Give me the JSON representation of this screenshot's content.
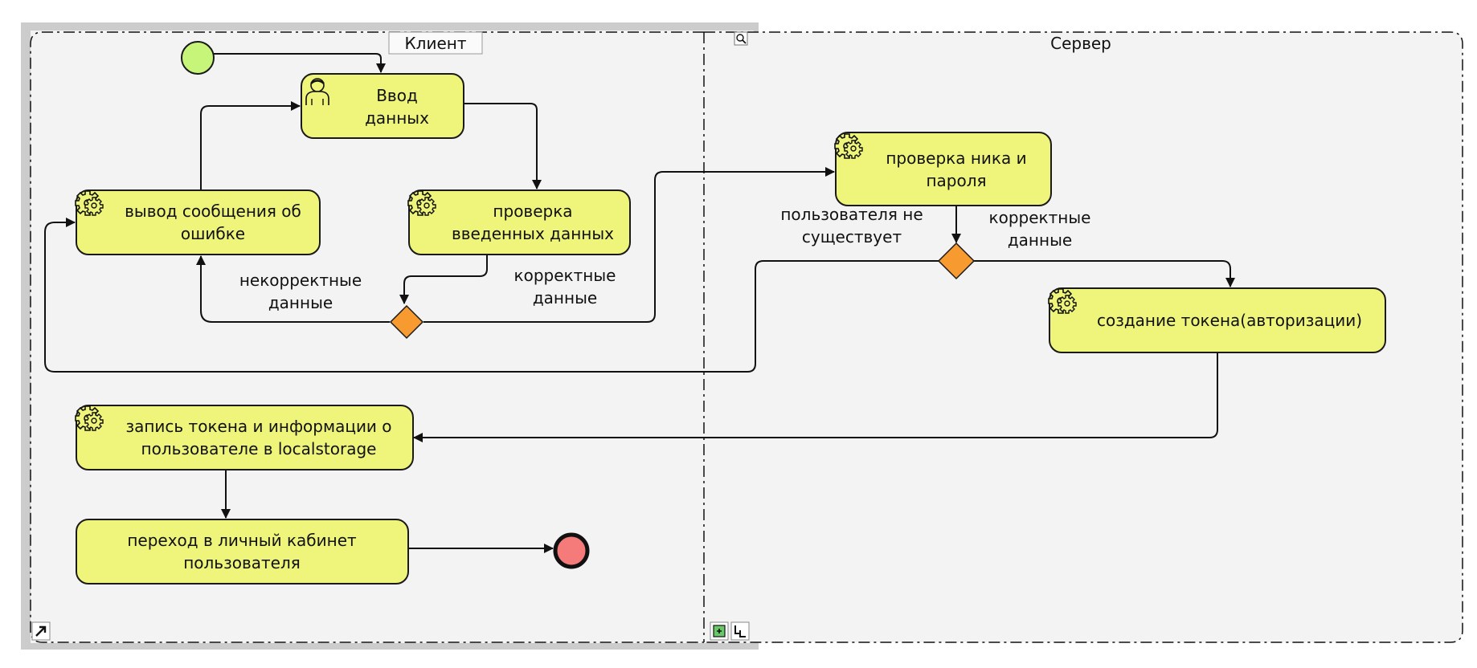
{
  "lanes": {
    "client": "Клиент",
    "server": "Сервер"
  },
  "tasks": {
    "input_data": [
      "Ввод",
      "данных"
    ],
    "error_output": [
      "вывод сообщения об",
      "ошибке"
    ],
    "check_input": [
      "проверка",
      "введенных данных"
    ],
    "check_credentials": [
      "проверка ника и",
      "пароля"
    ],
    "create_token": [
      "создание токена(авторизации)"
    ],
    "save_token": [
      "запись токена и информации о",
      "пользователе в localstorage"
    ],
    "go_cabinet": [
      "переход в личный кабинет",
      "пользователя"
    ]
  },
  "labels": {
    "client_incorrect": [
      "некорректные",
      "данные"
    ],
    "client_correct": [
      "корректные",
      "данные"
    ],
    "server_not_exists": [
      "пользователя не",
      "существует"
    ],
    "server_correct": [
      "корректные",
      "данные"
    ]
  },
  "icons": {
    "user_task": "user-icon",
    "service_task": "gear-icon",
    "zoom": "magnifier-icon",
    "expand": "expand-arrow-icon"
  },
  "colors": {
    "task_fill": "#eef57a",
    "gateway_fill": "#f79a2f",
    "start_event": "#c6f57a",
    "end_event": "#f57a7a",
    "lane_bg": "#f3f3f3"
  }
}
